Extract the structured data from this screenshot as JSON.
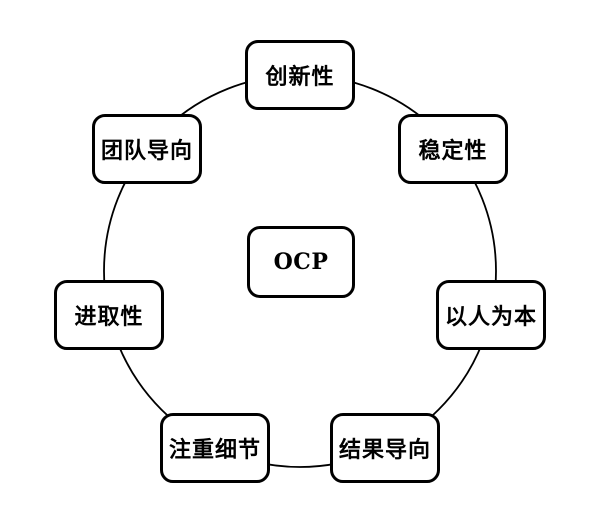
{
  "diagram": {
    "title_implicit": "OCP",
    "center_node": {
      "label": "OCP"
    },
    "nodes": [
      {
        "id": "innovation",
        "label": "创新性"
      },
      {
        "id": "stability",
        "label": "稳定性"
      },
      {
        "id": "people-oriented",
        "label": "以人为本"
      },
      {
        "id": "outcome-orientation",
        "label": "结果导向"
      },
      {
        "id": "attention-to-detail",
        "label": "注重细节"
      },
      {
        "id": "aggressiveness",
        "label": "进取性"
      },
      {
        "id": "team-orientation",
        "label": "团队导向"
      }
    ],
    "colors": {
      "stroke": "#000000",
      "node_fill": "#ffffff",
      "background": "#ffffff"
    }
  }
}
